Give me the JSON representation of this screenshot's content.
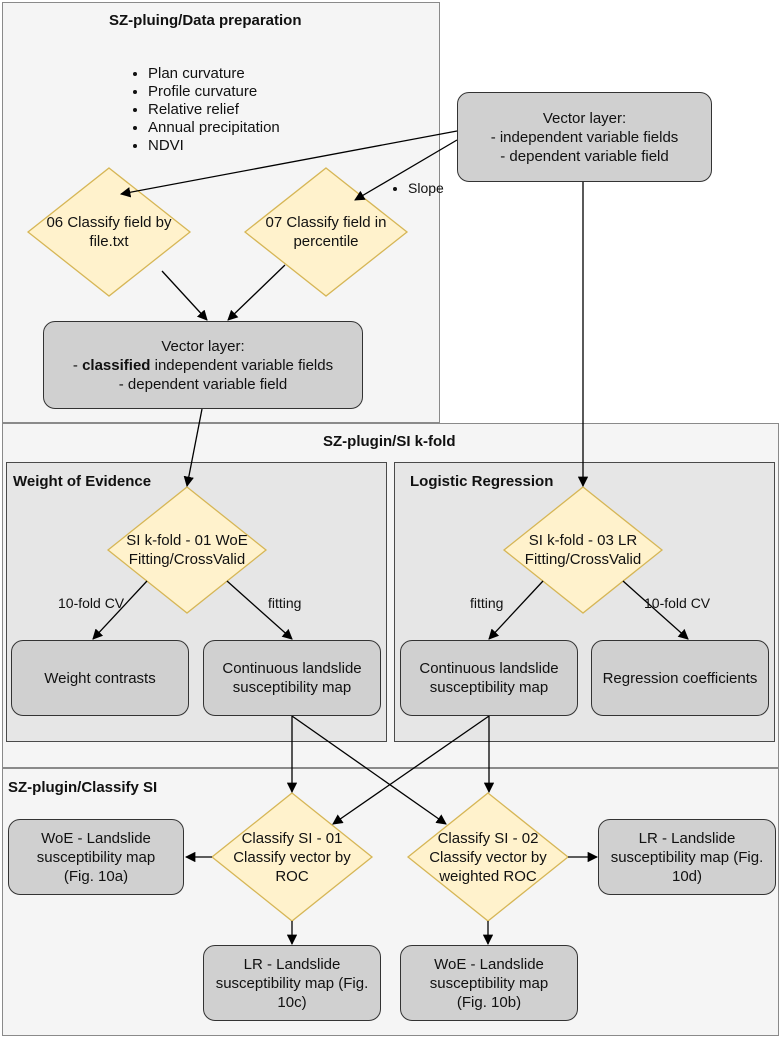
{
  "panels": {
    "data_prep": {
      "title": "SZ-pluing/Data preparation"
    },
    "kfold": {
      "title": "SZ-plugin/SI k-fold",
      "woe_title": "Weight of Evidence",
      "lr_title": "Logistic Regression"
    },
    "classify": {
      "title": "SZ-plugin/Classify SI"
    }
  },
  "data_prep": {
    "bullets": [
      "Plan curvature",
      "Profile curvature",
      "Relative relief",
      "Annual precipitation",
      "NDVI"
    ],
    "slope_bullet": "Slope",
    "vector_layer": {
      "line1": "Vector layer:",
      "line2": "- independent variable fields",
      "line3": "- dependent variable field"
    },
    "diamond_06": {
      "line1": "06 Classify field by",
      "line2": "file.txt"
    },
    "diamond_07": {
      "line1": "07 Classify field in",
      "line2": "percentile"
    },
    "classified_layer": {
      "line1": "Vector layer:",
      "line2_prefix": "- ",
      "line2_bold": "classified",
      "line2_rest": " independent variable fields",
      "line3": "- dependent variable field"
    }
  },
  "kfold": {
    "woe": {
      "diamond": {
        "line1": "SI k-fold - 01 WoE",
        "line2": "Fitting/CrossValid"
      },
      "edge_cv": "10-fold CV",
      "edge_fit": "fitting",
      "weight_contrasts": "Weight contrasts",
      "continuous_map": {
        "line1": "Continuous landslide",
        "line2": "susceptibility map"
      }
    },
    "lr": {
      "diamond": {
        "line1": "SI k-fold - 03 LR",
        "line2": "Fitting/CrossValid"
      },
      "edge_fit": "fitting",
      "edge_cv": "10-fold CV",
      "continuous_map": {
        "line1": "Continuous landslide",
        "line2": "susceptibility map"
      },
      "regression_coefficients": "Regression coefficients"
    }
  },
  "classify": {
    "diamond_01": {
      "line1": "Classify SI - 01",
      "line2": "Classify vector by",
      "line3": "ROC"
    },
    "diamond_02": {
      "line1": "Classify SI - 02",
      "line2": "Classify vector by",
      "line3": "weighted ROC"
    },
    "woe_10a": {
      "line1": "WoE - Landslide",
      "line2": "susceptibility map",
      "line3": "(Fig. 10a)"
    },
    "lr_10d": {
      "line1": "LR - Landslide",
      "line2": "susceptibility map (Fig.",
      "line3": "10d)"
    },
    "lr_10c": {
      "line1": "LR - Landslide",
      "line2": "susceptibility map (Fig.",
      "line3": "10c)"
    },
    "woe_10b": {
      "line1": "WoE - Landslide",
      "line2": "susceptibility map",
      "line3": "(Fig. 10b)"
    }
  },
  "colors": {
    "diamond_fill": "#fff2cc",
    "diamond_stroke": "#d6b656",
    "box_fill": "#d0d0d0",
    "panel_fill": "#f5f5f5",
    "subpanel_fill": "#e6e6e6"
  }
}
